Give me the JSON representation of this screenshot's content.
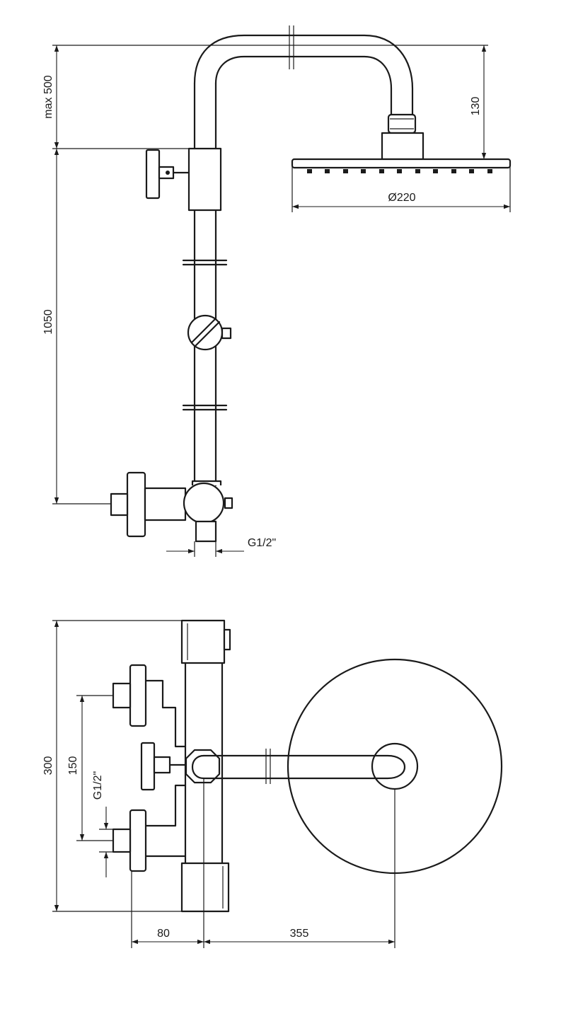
{
  "drawing": {
    "side_view": {
      "height_max": "max 500",
      "height_main": "1050",
      "head_height": "130",
      "head_diameter": "Ø220",
      "inlet_thread": "G1/2\""
    },
    "top_view": {
      "depth_total": "300",
      "inlet_spacing": "150",
      "inlet_thread": "G1/2\"",
      "offset_mixer": "80",
      "arm_reach": "355"
    }
  }
}
